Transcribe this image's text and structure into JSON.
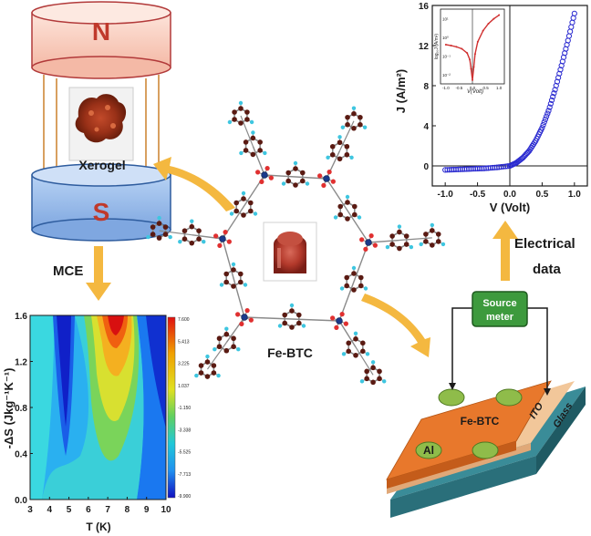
{
  "magnet": {
    "north_label": "N",
    "south_label": "S",
    "sample_label": "Xerogel",
    "colors": {
      "north": "#f7c9b8",
      "north_edge": "#b23a3a",
      "south": "#8fb6ea",
      "south_edge": "#2e5c9e",
      "pole_text": "#c0392b"
    }
  },
  "flow": {
    "mce_label": "MCE",
    "electrical_label_line1": "Electrical",
    "electrical_label_line2": "data",
    "arrow_color": "#f4b840"
  },
  "mof": {
    "label": "Fe-BTC",
    "colors": {
      "carbon": "#5a1a12",
      "oxygen": "#e03030",
      "hydrogen": "#3ec6e0",
      "iron": "#1a3a8a",
      "bond": "#8a8a8a"
    }
  },
  "device": {
    "source_meter_line1": "Source",
    "source_meter_line2": "meter",
    "film_label": "Fe-BTC",
    "electrode_label": "Al",
    "ito_label": "ITO",
    "glass_label": "Glass",
    "colors": {
      "film": "#e8782c",
      "ito": "#f2c79a",
      "glass": "#2b7a86",
      "electrode": "#7fae3c",
      "meter": "#3d9a3d"
    }
  },
  "heatmap": {
    "ylabel": "-ΔS (Jkg⁻¹K⁻¹)",
    "xlabel": "T (K)",
    "x_ticks": [
      "3",
      "4",
      "5",
      "6",
      "7",
      "8",
      "9",
      "10"
    ],
    "y_ticks": [
      "0.0",
      "0.4",
      "0.8",
      "1.2",
      "1.6"
    ],
    "colorbar_ticks": [
      "7.600",
      "5.413",
      "3.225",
      "1.037",
      "-1.150",
      "-3.338",
      "-5.525",
      "-7.713",
      "-9.900"
    ]
  },
  "chart_data": {
    "type": "line",
    "title": "",
    "xlabel": "V (Volt)",
    "ylabel": "J (A/m²)",
    "xlim": [
      -1.2,
      1.2
    ],
    "ylim": [
      -2,
      16
    ],
    "x_ticks": [
      "-1.0",
      "-0.5",
      "0.0",
      "0.5",
      "1.0"
    ],
    "y_ticks": [
      "0",
      "4",
      "8",
      "12",
      "16"
    ],
    "series": [
      {
        "color": "#2a2ad0",
        "x": [
          -1.0,
          -0.8,
          -0.6,
          -0.4,
          -0.2,
          0.0,
          0.1,
          0.2,
          0.3,
          0.4,
          0.5,
          0.6,
          0.7,
          0.8,
          0.9,
          1.0
        ],
        "y": [
          -0.4,
          -0.35,
          -0.3,
          -0.25,
          -0.15,
          0.0,
          0.3,
          0.8,
          1.5,
          2.5,
          3.8,
          5.5,
          7.6,
          10.0,
          12.5,
          15.2
        ]
      }
    ],
    "inset": {
      "xlabel": "V(Volt)",
      "ylabel": "log₁₀J (A/m²)",
      "x_ticks": [
        "-1.0",
        "-0.5",
        "0.0",
        "0.5",
        "1.0"
      ],
      "y_ticks": [
        "10¹",
        "10⁰",
        "10⁻¹",
        "10⁻²"
      ],
      "xlim": [
        -1.2,
        1.2
      ],
      "ylim": [
        -2.5,
        1.5
      ],
      "series": [
        {
          "color": "#d03030",
          "x": [
            -1.0,
            -0.8,
            -0.6,
            -0.4,
            -0.2,
            -0.1,
            -0.05,
            0.0,
            0.05,
            0.1,
            0.2,
            0.4,
            0.6,
            0.8,
            1.0
          ],
          "y": [
            -0.4,
            -0.45,
            -0.52,
            -0.62,
            -0.85,
            -1.2,
            -1.7,
            -2.3,
            -1.6,
            -0.9,
            -0.25,
            0.35,
            0.72,
            0.98,
            1.18
          ]
        }
      ]
    }
  }
}
